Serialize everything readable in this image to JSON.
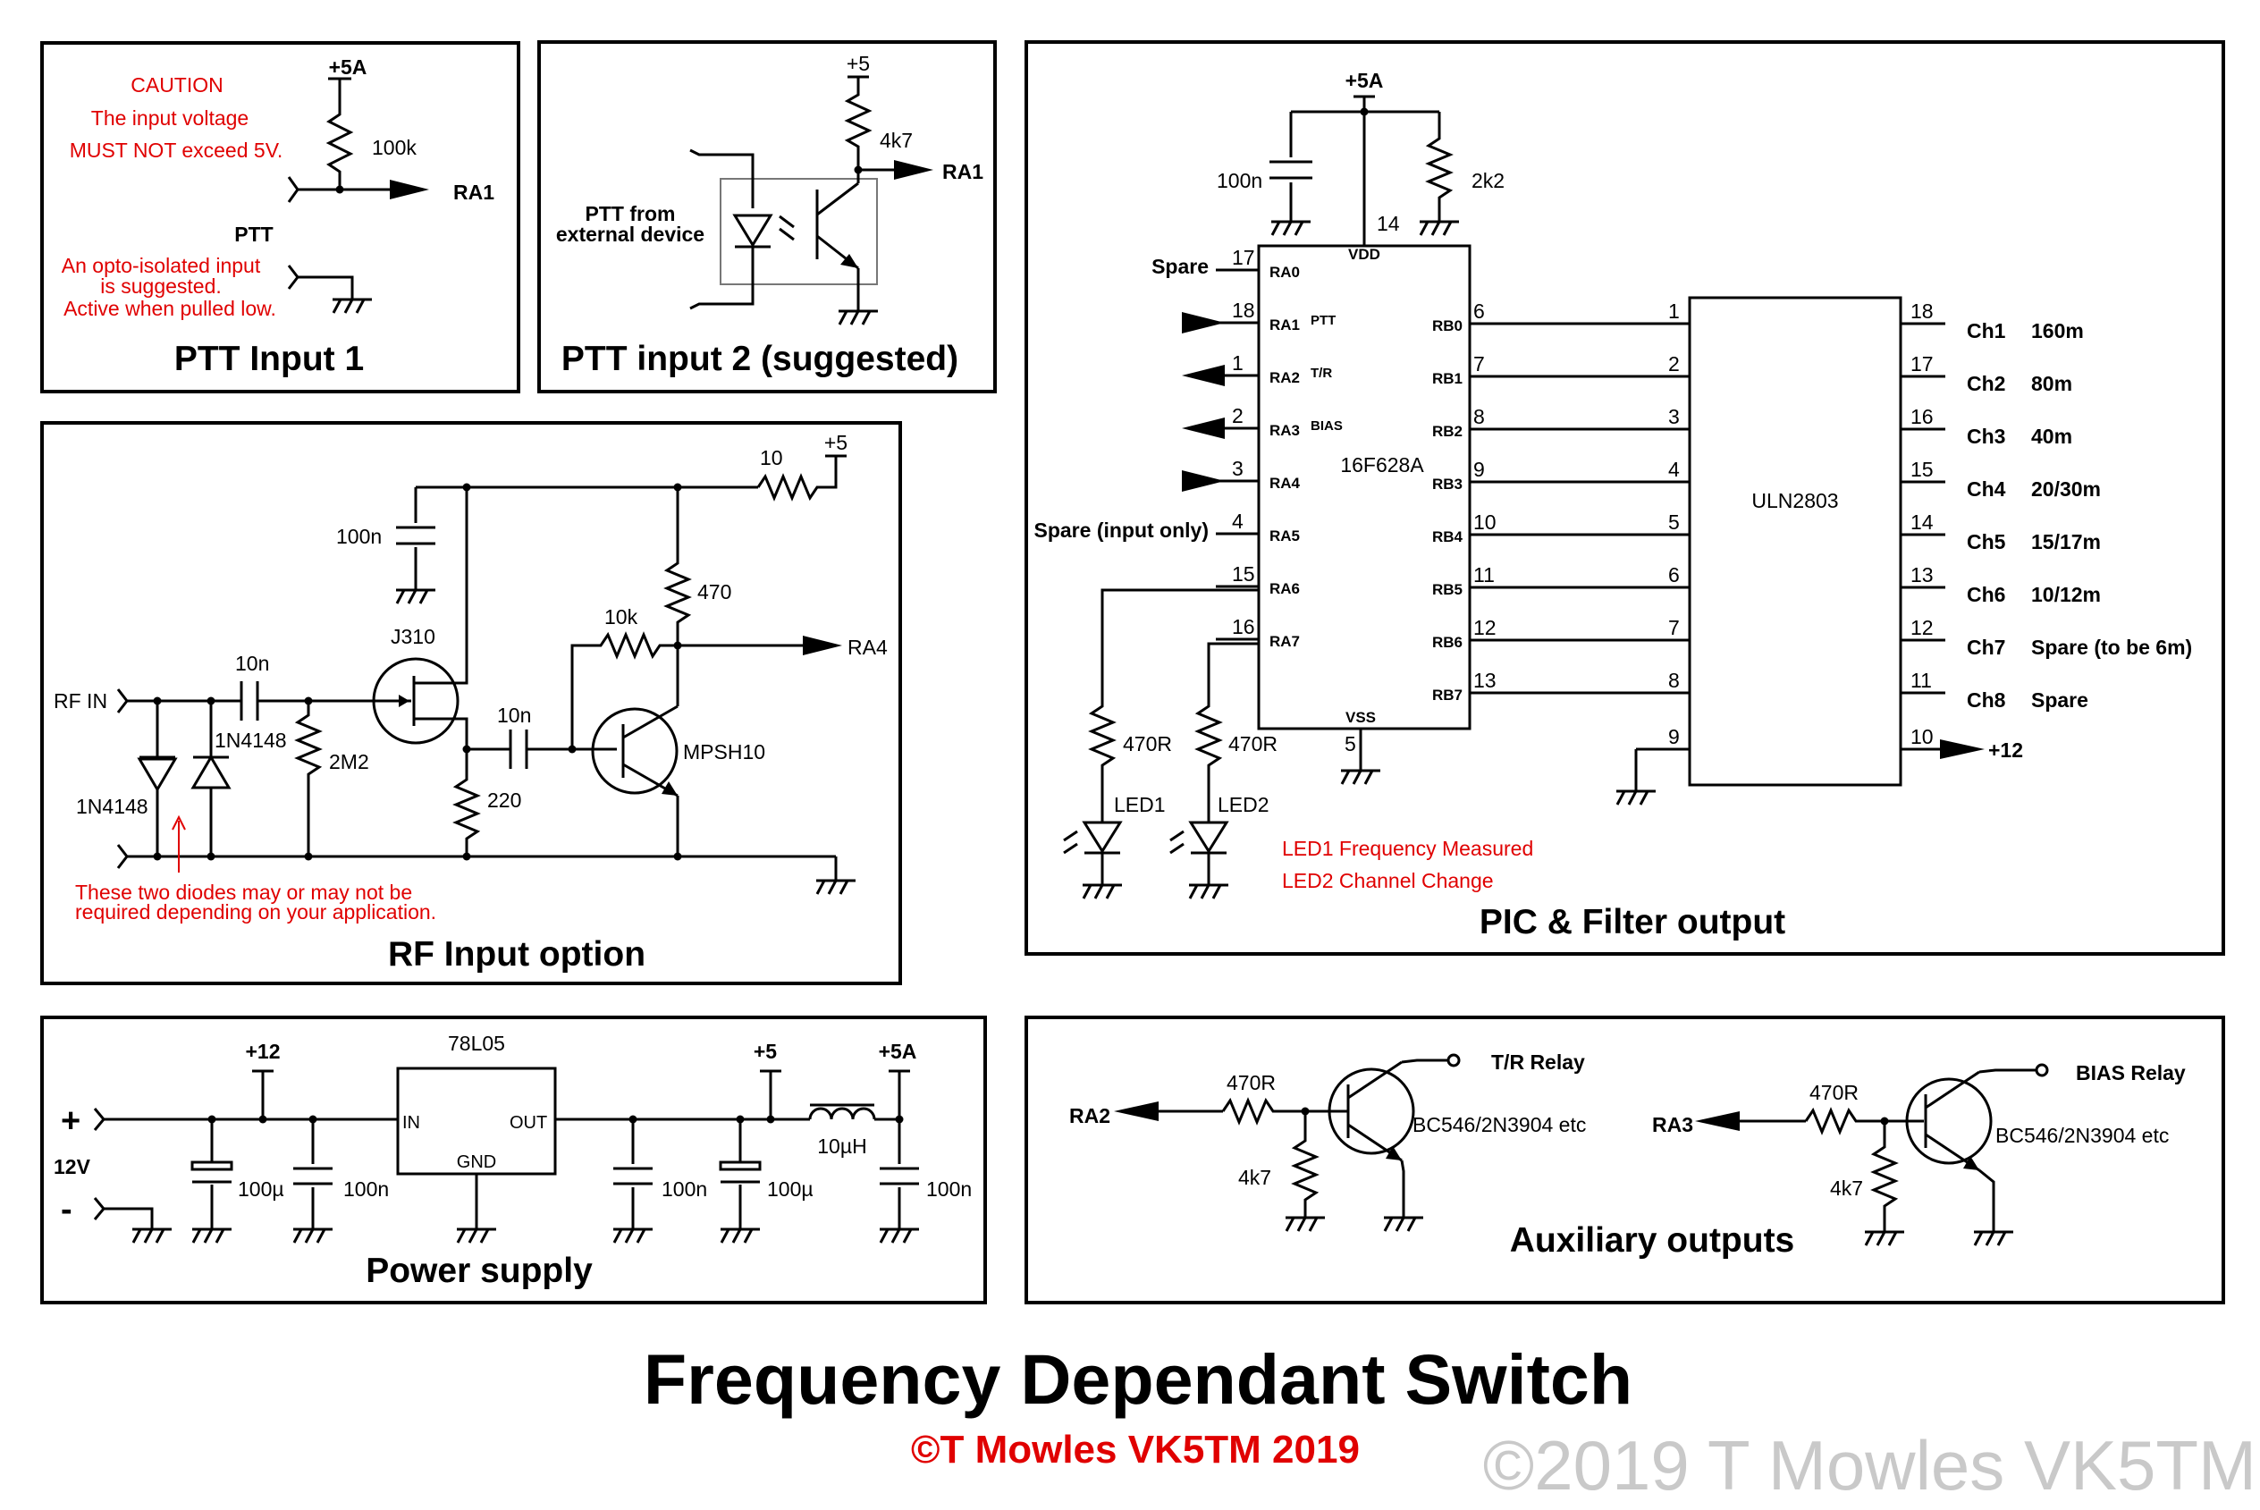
{
  "title": "Frequency Dependant Switch",
  "copyright": "©T Mowles VK5TM 2019",
  "watermark": "©2019 T Mowles VK5TM",
  "colors": {
    "ink": "#000000",
    "note": "#e00000",
    "watermark": "#c9c9c9"
  },
  "ptt1": {
    "caption": "PTT Input 1",
    "caution": [
      "CAUTION",
      "The input voltage",
      "MUST NOT exceed 5V."
    ],
    "supply": "+5A",
    "resistor": "100k",
    "out": "RA1",
    "ptt_label": "PTT",
    "note": [
      "An opto-isolated input",
      "is suggested.",
      "Active when pulled low."
    ]
  },
  "ptt2": {
    "caption": "PTT input 2 (suggested)",
    "supply": "+5",
    "resistor": "4k7",
    "out": "RA1",
    "source": [
      "PTT from",
      "external device"
    ]
  },
  "rf": {
    "caption": "RF Input option",
    "in_label": "RF IN",
    "cap1": "10n",
    "cap2": "10n",
    "cap3": "100n",
    "diode_a": "1N4148",
    "diode_b": "1N4148",
    "r_2m2": "2M2",
    "fet": "J310",
    "r_220": "220",
    "r_10k": "10k",
    "r_470": "470",
    "r_10": "10",
    "supply": "+5",
    "transistor": "MPSH10",
    "out": "RA4",
    "note": [
      "These two diodes may or may not be",
      "required depending on your application."
    ]
  },
  "pic": {
    "caption": "PIC & Filter output",
    "supply": "+5A",
    "cap": "100n",
    "pullup": "2k2",
    "chip": "16F628A",
    "vdd": "VDD",
    "vss": "VSS",
    "vdd_pin": "14",
    "vss_pin": "5",
    "left_pins": [
      {
        "pin": "17",
        "name": "RA0",
        "ext": "Spare",
        "tag": ""
      },
      {
        "pin": "18",
        "name": "RA1",
        "ext": "",
        "tag": "PTT"
      },
      {
        "pin": "1",
        "name": "RA2",
        "ext": "",
        "tag": "T/R"
      },
      {
        "pin": "2",
        "name": "RA3",
        "ext": "",
        "tag": "BIAS"
      },
      {
        "pin": "3",
        "name": "RA4",
        "ext": "",
        "tag": ""
      },
      {
        "pin": "4",
        "name": "RA5",
        "ext": "Spare (input only)",
        "tag": ""
      },
      {
        "pin": "15",
        "name": "RA6",
        "ext": "",
        "tag": ""
      },
      {
        "pin": "16",
        "name": "RA7",
        "ext": "",
        "tag": ""
      }
    ],
    "right_pins": [
      {
        "pin": "6",
        "name": "RB0"
      },
      {
        "pin": "7",
        "name": "RB1"
      },
      {
        "pin": "8",
        "name": "RB2"
      },
      {
        "pin": "9",
        "name": "RB3"
      },
      {
        "pin": "10",
        "name": "RB4"
      },
      {
        "pin": "11",
        "name": "RB5"
      },
      {
        "pin": "12",
        "name": "RB6"
      },
      {
        "pin": "13",
        "name": "RB7"
      }
    ],
    "led_r1": "470R",
    "led_r2": "470R",
    "led1": "LED1",
    "led2": "LED2",
    "led_notes": [
      "LED1 Frequency Measured",
      "LED2 Channel Change"
    ],
    "driver": "ULN2803",
    "driver_in_pins": [
      "1",
      "2",
      "3",
      "4",
      "5",
      "6",
      "7",
      "8"
    ],
    "driver_gnd_pin": "9",
    "outputs": [
      {
        "pin": "18",
        "ch": "Ch1",
        "band": "160m"
      },
      {
        "pin": "17",
        "ch": "Ch2",
        "band": "80m"
      },
      {
        "pin": "16",
        "ch": "Ch3",
        "band": "40m"
      },
      {
        "pin": "15",
        "ch": "Ch4",
        "band": "20/30m"
      },
      {
        "pin": "14",
        "ch": "Ch5",
        "band": "15/17m"
      },
      {
        "pin": "13",
        "ch": "Ch6",
        "band": "10/12m"
      },
      {
        "pin": "12",
        "ch": "Ch7",
        "band": "Spare (to be 6m)"
      },
      {
        "pin": "11",
        "ch": "Ch8",
        "band": "Spare"
      }
    ],
    "com_pin": "10",
    "com_label": "+12"
  },
  "power": {
    "caption": "Power supply",
    "plus": "+",
    "minus": "-",
    "voltage": "12V",
    "rail12": "+12",
    "regulator": "78L05",
    "reg_in": "IN",
    "reg_out": "OUT",
    "reg_gnd": "GND",
    "rail5": "+5",
    "rail5a": "+5A",
    "inductor": "10µH",
    "c1": "100µ",
    "c2": "100n",
    "c3": "100n",
    "c4": "100µ",
    "c5": "100n"
  },
  "aux": {
    "caption": "Auxiliary outputs",
    "left": {
      "in": "RA2",
      "r_base": "470R",
      "r_pd": "4k7",
      "transistor": "BC546/2N3904 etc",
      "relay": "T/R Relay"
    },
    "right": {
      "in": "RA3",
      "r_base": "470R",
      "r_pd": "4k7",
      "transistor": "BC546/2N3904 etc",
      "relay": "BIAS Relay"
    }
  }
}
